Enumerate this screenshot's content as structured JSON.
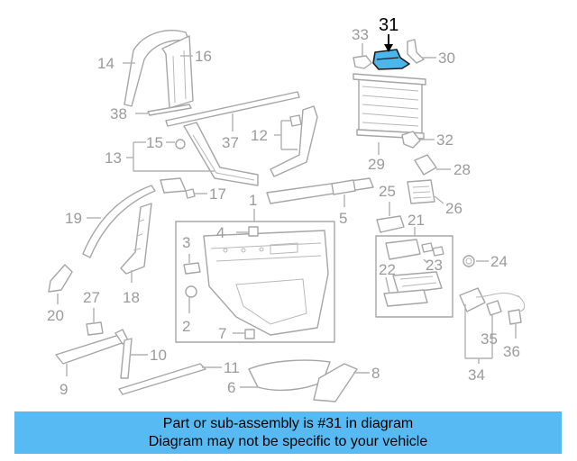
{
  "diagram": {
    "highlighted_callout": "31",
    "callouts": {
      "c1": "1",
      "c2": "2",
      "c3": "3",
      "c4": "4",
      "c5": "5",
      "c6": "6",
      "c7": "7",
      "c8": "8",
      "c9": "9",
      "c10": "10",
      "c11": "11",
      "c12": "12",
      "c13": "13",
      "c14": "14",
      "c15": "15",
      "c16": "16",
      "c17": "17",
      "c18": "18",
      "c19": "19",
      "c20": "20",
      "c21": "21",
      "c22": "22",
      "c23": "23",
      "c24": "24",
      "c25": "25",
      "c26": "26",
      "c27": "27",
      "c28": "28",
      "c29": "29",
      "c30": "30",
      "c32": "32",
      "c33": "33",
      "c34": "34",
      "c35": "35",
      "c36": "36",
      "c37": "37",
      "c38": "38"
    }
  },
  "banner": {
    "line1": "Part or sub-assembly is #31 in diagram",
    "line2": "Diagram may not be specific to your vehicle"
  },
  "colors": {
    "highlight": "#49b6ec",
    "banner": "#58baf2",
    "lines": "#b2b2b2"
  }
}
